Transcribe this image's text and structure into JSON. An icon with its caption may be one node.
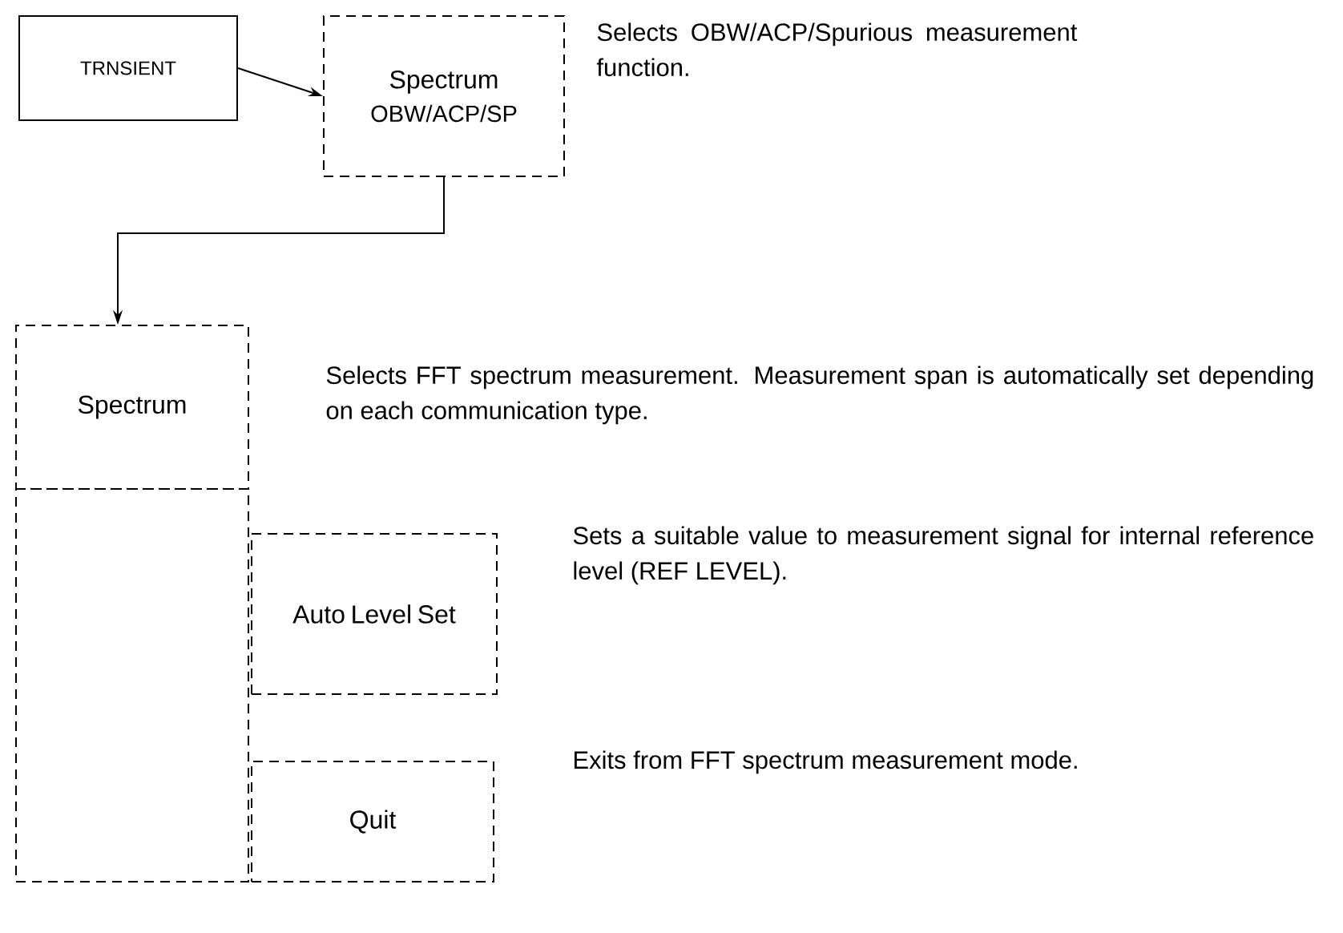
{
  "diagram": {
    "nodes": [
      {
        "text": [
          "TRNSIENT"
        ]
      },
      {
        "text": [
          "Spectrum",
          "OBW/ACP/SP"
        ],
        "beside": [
          "Selects OBW/ACP/Spurious measurement function."
        ]
      },
      {
        "text": [
          "Spectrum"
        ],
        "beside": [
          "Selects FFT spectrum measurement. Measurement span is automatically set depending on each communication type."
        ]
      },
      {
        "text": [],
        "shape": "box"
      },
      {
        "text": [
          "Auto Level Set"
        ],
        "beside": [
          "Sets a suitable value to measurement signal for internal reference level (REF LEVEL)."
        ]
      },
      {
        "text": [
          "Quit"
        ],
        "beside": [
          "Exits from FFT spectrum measurement mode."
        ]
      }
    ],
    "edges": [
      {
        "from": 0,
        "to": 1,
        "arrow": "to"
      },
      {
        "from": 1,
        "to": 2,
        "arrow": "to"
      }
    ]
  }
}
